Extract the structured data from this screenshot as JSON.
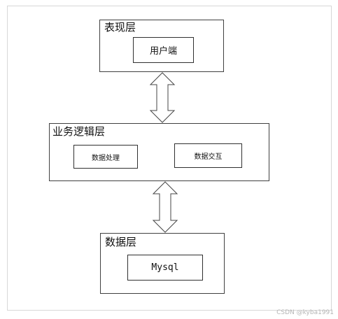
{
  "diagram": {
    "presentation_layer": {
      "title": "表现层",
      "client_box": "用户端"
    },
    "business_layer": {
      "title": "业务逻辑层",
      "data_processing_box": "数据处理",
      "data_interaction_box": "数据交互"
    },
    "data_layer": {
      "title": "数据层",
      "mysql_box": "Mysql"
    }
  },
  "watermark": "CSDN @kyba1991",
  "colors": {
    "border": "#404040",
    "arrow_stroke": "#444444",
    "arrow_fill": "#ffffff",
    "frame_border": "#d7d7d7"
  }
}
